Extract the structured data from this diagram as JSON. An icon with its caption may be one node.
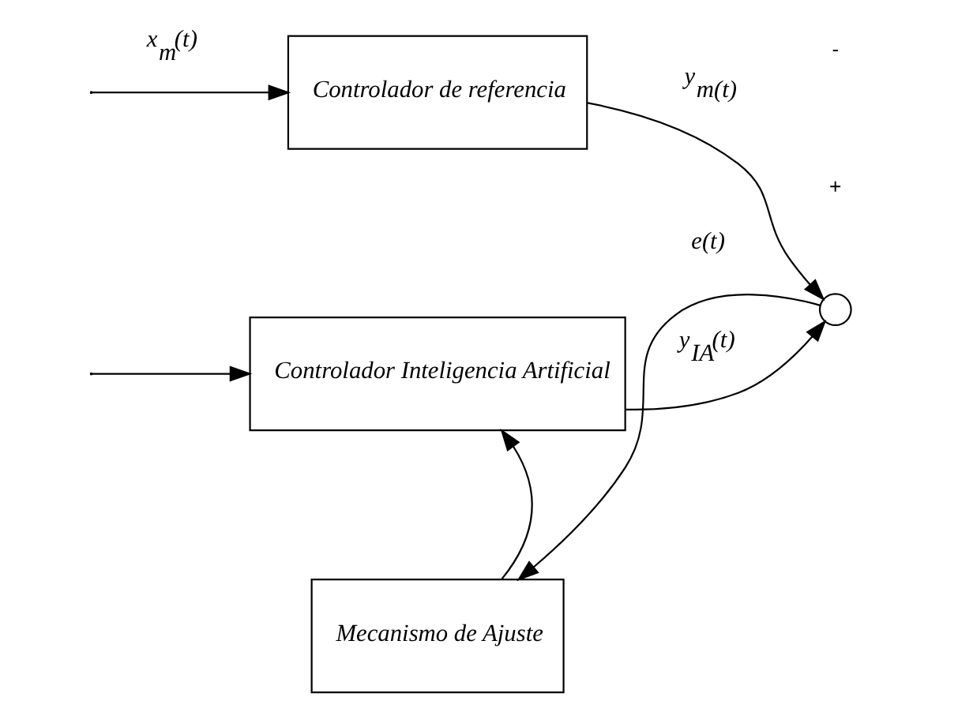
{
  "diagram": {
    "nodes": [
      {
        "text": [
          "Controlador de referencia"
        ]
      },
      {
        "text": [
          "Controlador Inteligencia Artificial"
        ]
      },
      {
        "text": [],
        "shape": "circle"
      },
      {
        "text": [
          "Mecanismo de Ajuste"
        ]
      }
    ],
    "edges": [
      {
        "from": null,
        "to": 0,
        "arrow": "to",
        "label": "x$_{m}$(t)"
      },
      {
        "from": null,
        "to": 1,
        "arrow": "to"
      },
      {
        "from": 0,
        "to": 2,
        "arrow": "to",
        "label": "y$_{m(t)}$"
      },
      {
        "from": 1,
        "to": 2,
        "arrow": "to",
        "label": "y$_{IA}$(t)"
      },
      {
        "from": 2,
        "to": 3,
        "arrow": "to",
        "label": "e(t)"
      },
      {
        "from": 3,
        "to": 1,
        "arrow": "to"
      }
    ],
    "labels": [
      "+",
      "-"
    ]
  }
}
